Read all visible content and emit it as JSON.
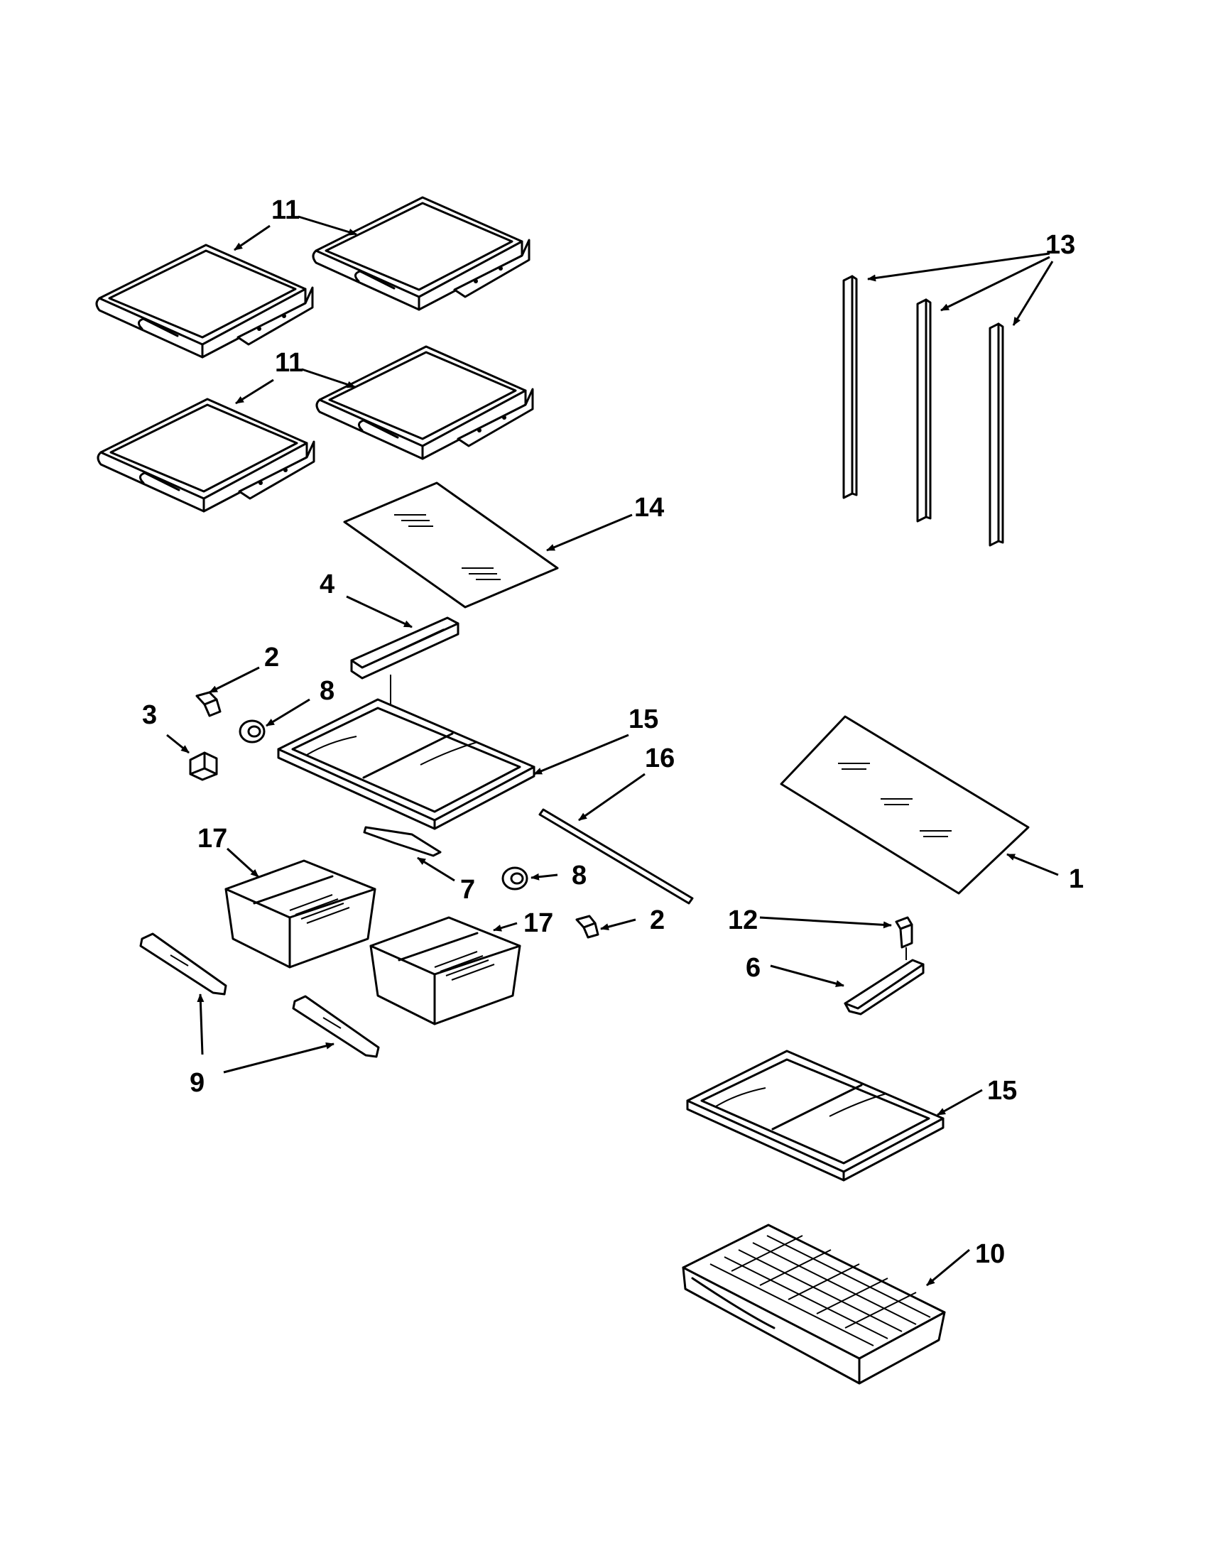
{
  "diagram": {
    "callouts": [
      {
        "id": "c11a",
        "label": "11"
      },
      {
        "id": "c11b",
        "label": "11"
      },
      {
        "id": "c13",
        "label": "13"
      },
      {
        "id": "c14",
        "label": "14"
      },
      {
        "id": "c4",
        "label": "4"
      },
      {
        "id": "c2a",
        "label": "2"
      },
      {
        "id": "c8a",
        "label": "8"
      },
      {
        "id": "c3",
        "label": "3"
      },
      {
        "id": "c15a",
        "label": "15"
      },
      {
        "id": "c16",
        "label": "16"
      },
      {
        "id": "c17a",
        "label": "17"
      },
      {
        "id": "c7",
        "label": "7"
      },
      {
        "id": "c8b",
        "label": "8"
      },
      {
        "id": "c2b",
        "label": "2"
      },
      {
        "id": "c17b",
        "label": "17"
      },
      {
        "id": "c9",
        "label": "9"
      },
      {
        "id": "c1",
        "label": "1"
      },
      {
        "id": "c12",
        "label": "12"
      },
      {
        "id": "c6",
        "label": "6"
      },
      {
        "id": "c15b",
        "label": "15"
      },
      {
        "id": "c10",
        "label": "10"
      }
    ]
  }
}
